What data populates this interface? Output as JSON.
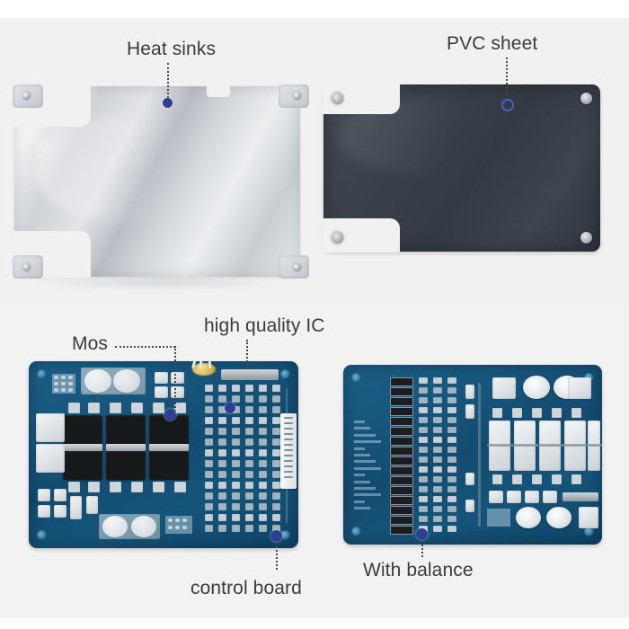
{
  "page": {
    "title": "BMS protection board component infographic",
    "background_color": "#f1f1f1",
    "label_color": "#3b3b3b",
    "marker_color": "#2c3f91",
    "ring_color": "#4a5fc4"
  },
  "callouts": [
    {
      "id": "heat-sinks",
      "label": "Heat sinks",
      "marker": "filled-dot",
      "marker_color": "#2c3f91",
      "leader": "vertical-dotted"
    },
    {
      "id": "pvc-sheet",
      "label": "PVC sheet",
      "marker": "ring",
      "marker_color": "#4a5fc4",
      "leader": "vertical-dotted"
    },
    {
      "id": "mos",
      "label": "Mos",
      "marker": "filled-dot",
      "marker_color": "#2c3f91",
      "leader": "horizontal-then-vertical-dotted"
    },
    {
      "id": "high-quality-ic",
      "label": "high quality IC",
      "marker": "filled-dot",
      "marker_color": "#2c3f91",
      "leader": "vertical-dotted"
    },
    {
      "id": "control-board",
      "label": "control board",
      "marker": "filled-dot",
      "marker_color": "#2c3f91",
      "leader": "vertical-dotted"
    },
    {
      "id": "with-balance",
      "label": "With balance",
      "marker": "filled-dot",
      "marker_color": "#2c3f91",
      "leader": "vertical-dotted"
    }
  ],
  "products": [
    {
      "id": "heat-sink-plate",
      "name": "Heat sinks",
      "material": "brushed aluminium plate",
      "color": "#d5d8dc",
      "screws": 4
    },
    {
      "id": "pvc-sheet-panel",
      "name": "PVC sheet",
      "material": "dark slate insulating sheet",
      "color": "#3a4049",
      "screws": 4
    },
    {
      "id": "bms-board-front",
      "name": "control board",
      "material": "blue PCB with MOSFET array",
      "color": "#15547a",
      "screws": 4
    },
    {
      "id": "bms-board-balance",
      "name": "With balance",
      "material": "blue PCB with balance resistors",
      "color": "#15547a",
      "screws": 4
    }
  ]
}
